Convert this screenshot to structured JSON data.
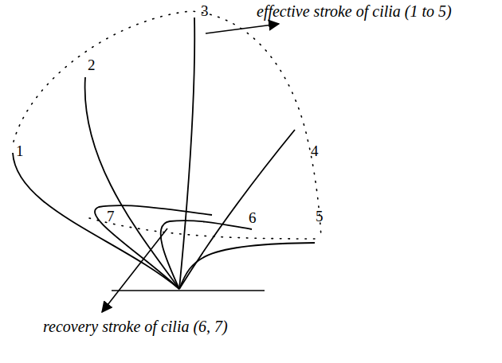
{
  "diagram": {
    "labels": [
      "3",
      "effective stroke of cilia (1 to 5)",
      "2",
      "1",
      "7",
      "4",
      "6",
      "5",
      "recovery stroke of cilia (6, 7)"
    ]
  }
}
